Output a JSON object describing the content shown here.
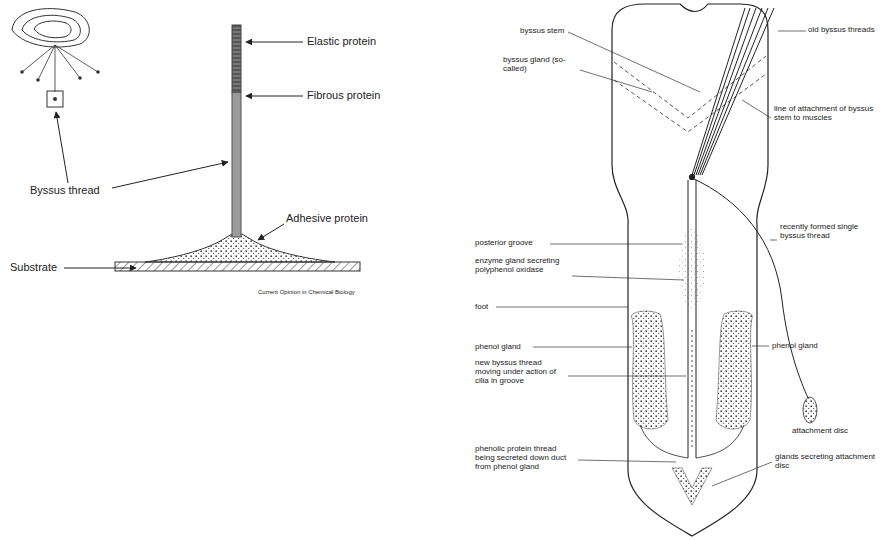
{
  "diagram": {
    "labels": [
      "Elastic protein",
      "Fibrous protein",
      "Byssus thread",
      "Adhesive protein",
      "Substrate",
      "Current Opinion in Chemical Biology",
      "byssus stem",
      "old byssus threads",
      "byssus gland (so-called)",
      "line of attachment of byssus stem to muscles",
      "posterior groove",
      "enzyme gland secreting polyphenol oxidase",
      "foot",
      "phenol gland",
      "new byssus thread moving under action of cilia in groove",
      "phenolic protein thread being secreted down duct from phenol gland",
      "recently formed single byssus thread",
      "phenol gland",
      "attachment disc",
      "glands secreting attachment disc"
    ]
  }
}
